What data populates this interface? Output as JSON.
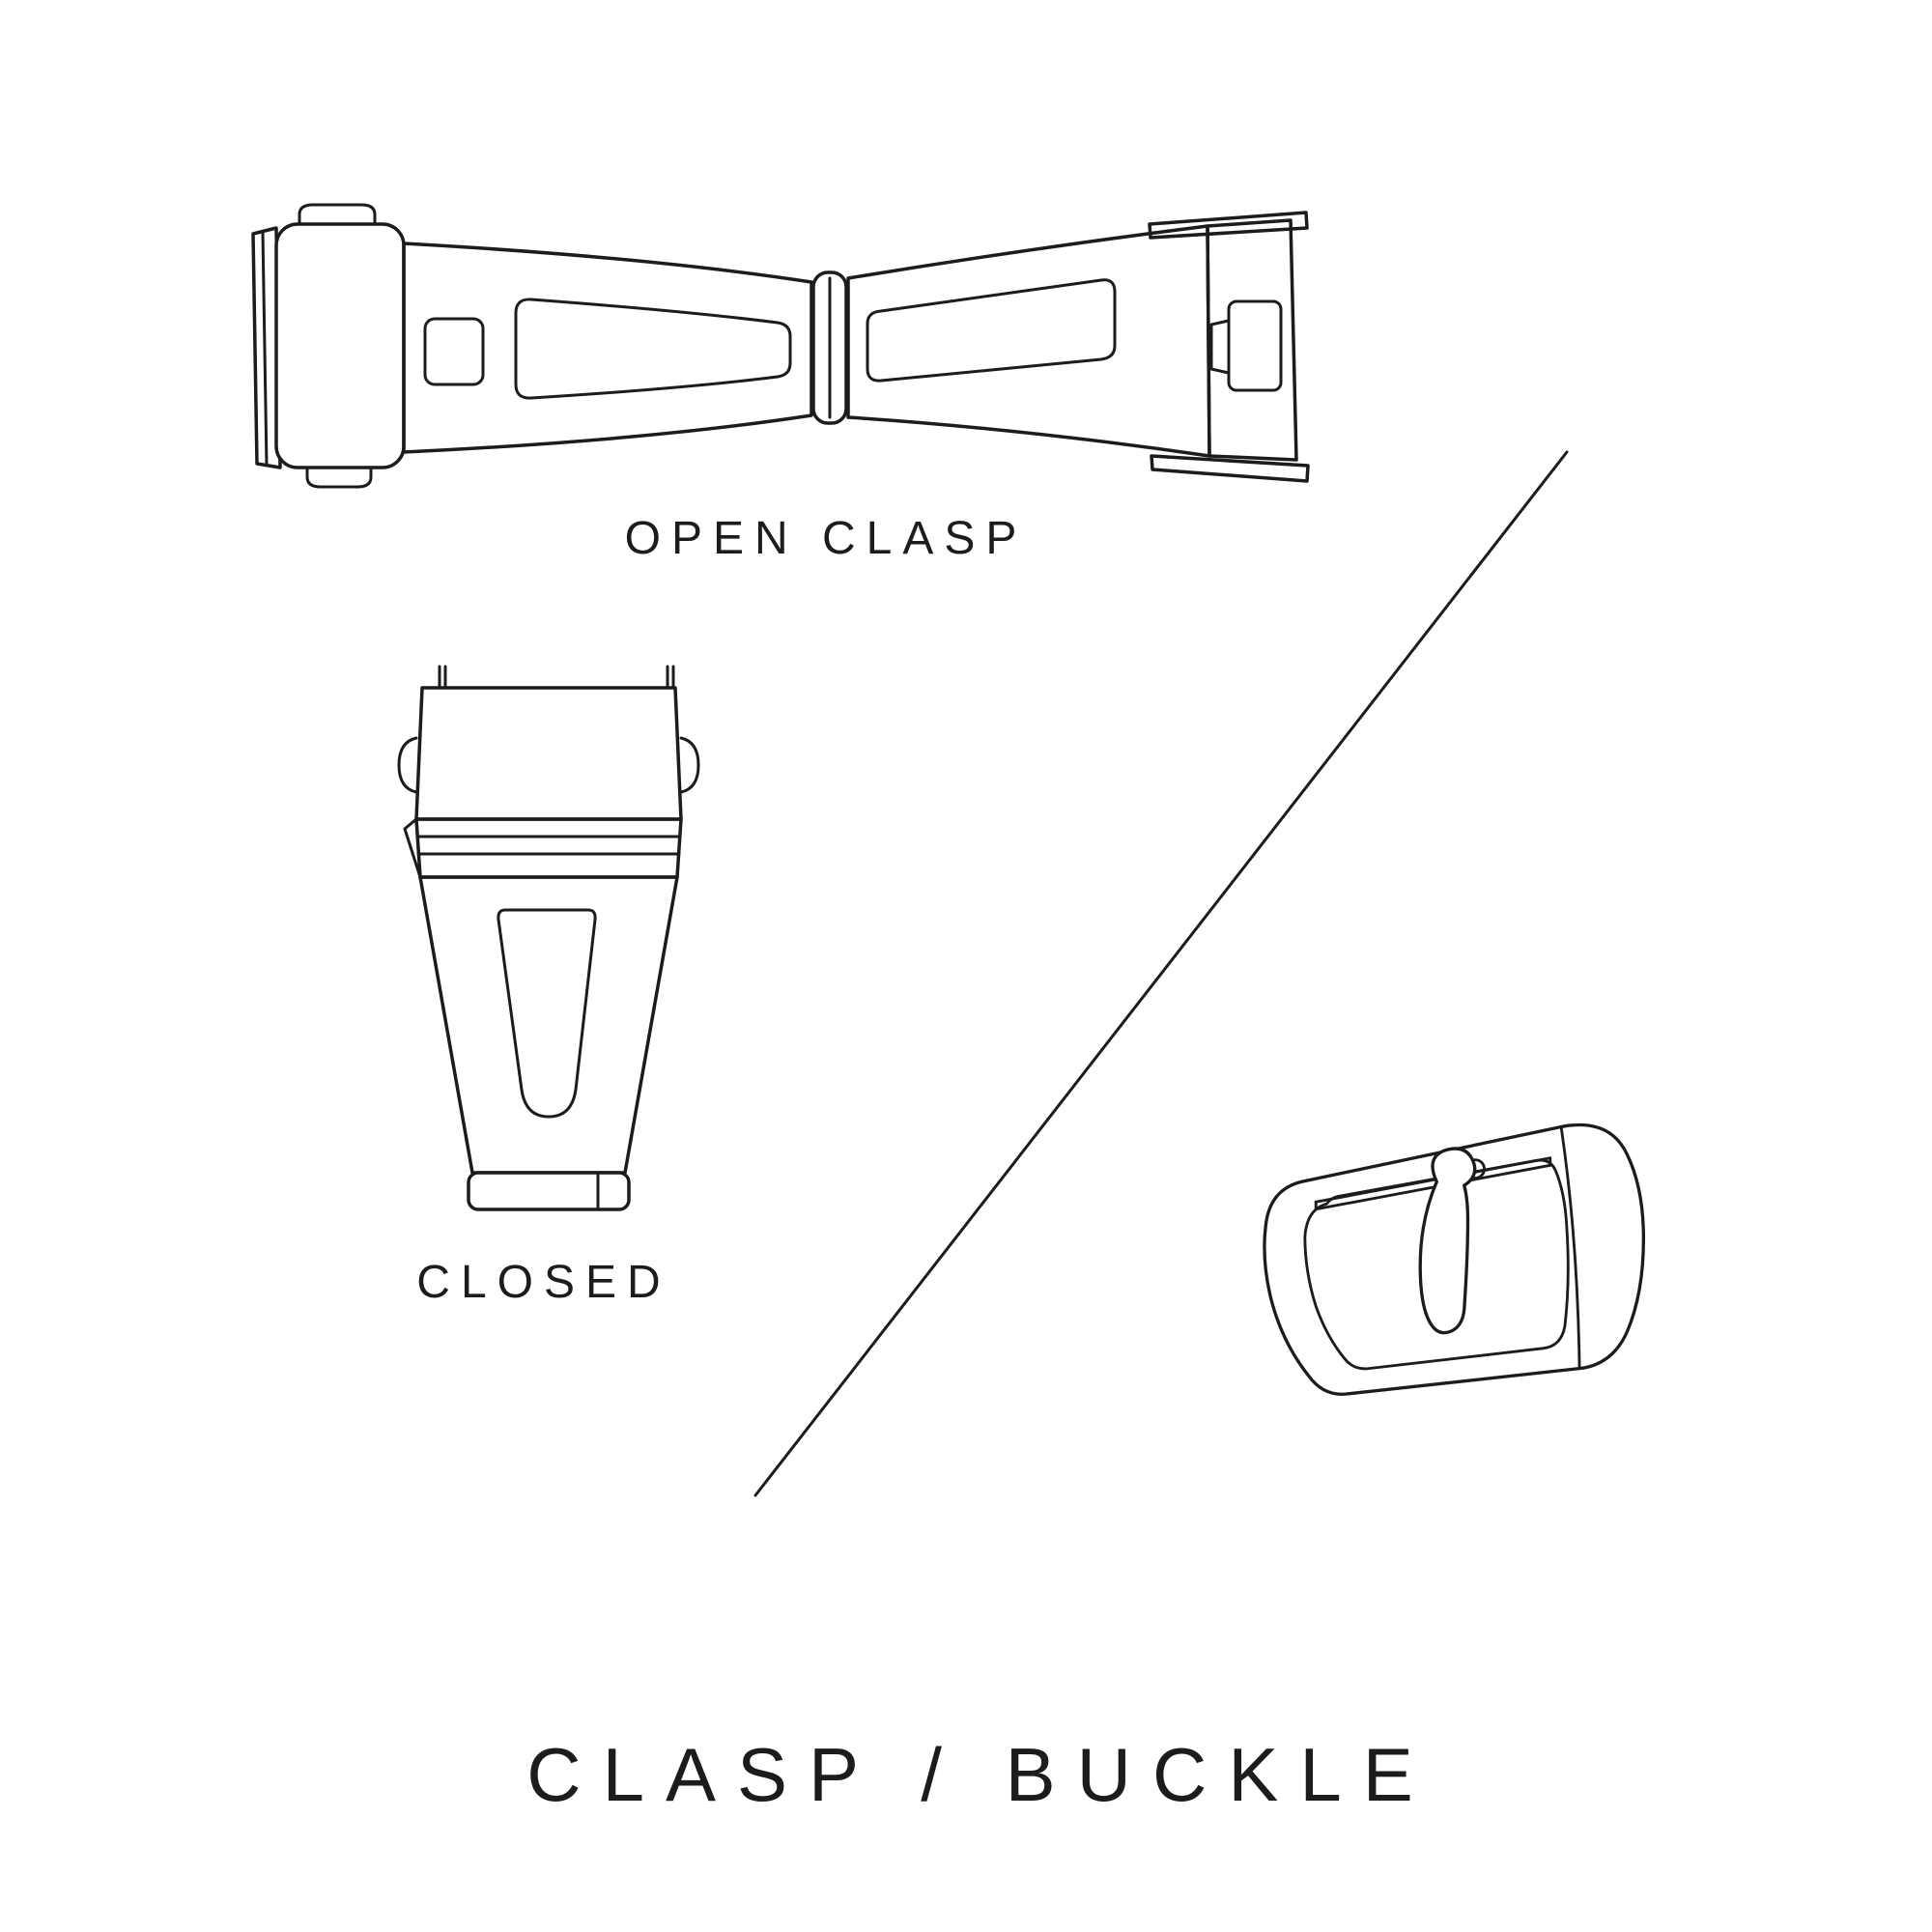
{
  "diagram": {
    "title": "CLASP / BUCKLE",
    "colors": {
      "background": "#ffffff",
      "ink": "#1c1c1c"
    },
    "sections": [
      {
        "id": "open-clasp",
        "label": "OPEN CLASP",
        "illustration": "open-clasp-top-view"
      },
      {
        "id": "closed-clasp",
        "label": "CLOSED",
        "illustration": "closed-clasp-front-view"
      },
      {
        "id": "buckle",
        "label": "",
        "illustration": "pin-buckle-perspective"
      }
    ]
  }
}
